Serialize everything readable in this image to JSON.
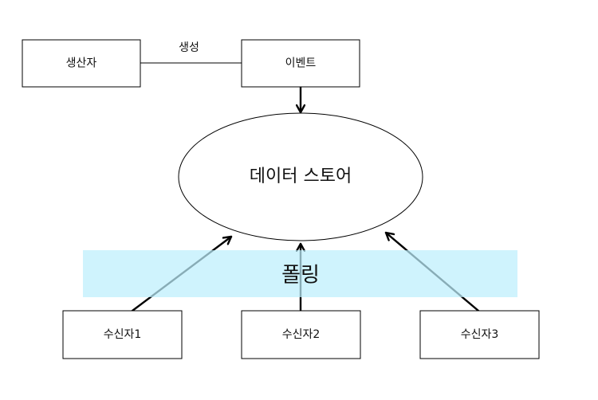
{
  "nodes": {
    "producer": "생산자",
    "event": "이벤트",
    "data_store": "데이터 스토어",
    "receiver_1": "수신자1",
    "receiver_2": "수신자2",
    "receiver_3": "수신자3"
  },
  "edges": {
    "producer_to_event": "생성"
  },
  "polling_band": {
    "label": "폴링",
    "color": "#bdeefc"
  },
  "colors": {
    "stroke": "#000000",
    "background": "#ffffff"
  }
}
